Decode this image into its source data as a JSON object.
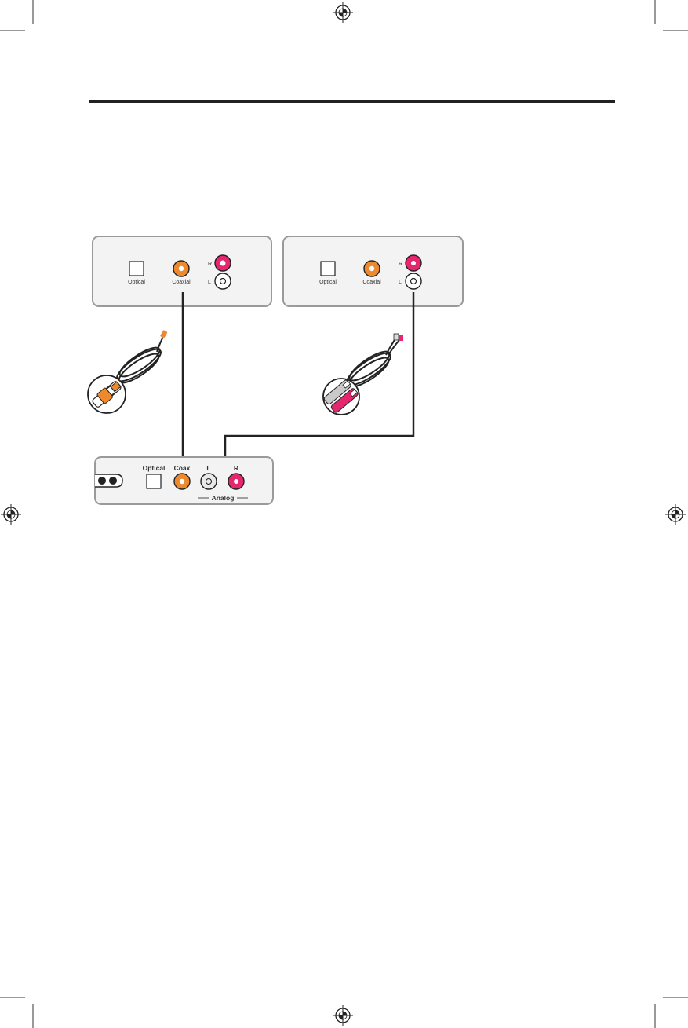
{
  "colors": {
    "coaxial": "#ee8a2d",
    "analog_right": "#e6266f",
    "analog_left": "#e9e9e9",
    "panel_fill": "#f3f3f3",
    "panel_stroke": "#9a9a9a",
    "cable": "#222222",
    "rule": "#222222"
  },
  "source_device_1": {
    "optical_label": "Optical",
    "coaxial_label": "Coaxial",
    "right_label": "R",
    "left_label": "L"
  },
  "source_device_2": {
    "optical_label": "Optical",
    "coaxial_label": "Coaxial",
    "right_label": "R",
    "left_label": "L"
  },
  "target_device": {
    "optical_label": "Optical",
    "coax_label": "Coax",
    "left_label": "L",
    "right_label": "R",
    "analog_label": "Analog"
  },
  "icons": {
    "registration_mark": "registration-mark-icon",
    "coaxial_cable": "coaxial-cable-icon",
    "stereo_cable": "stereo-rca-cable-icon",
    "power_jack": "power-jack-icon"
  }
}
